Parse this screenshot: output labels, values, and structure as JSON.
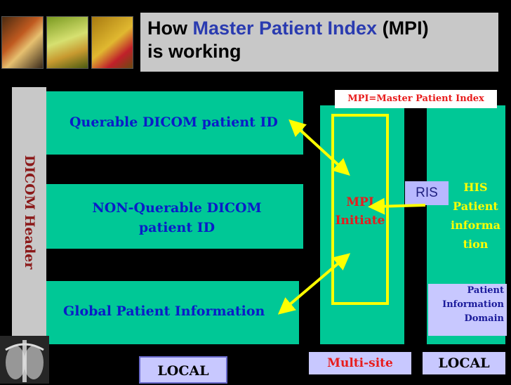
{
  "header": {
    "title_prefix": "How ",
    "title_highlight": "Master Patient Index",
    "title_suffix": " (MPI)",
    "title_line2": "is working",
    "accent_color": "#2a3bb0",
    "thumbnails": [
      "medicine-bottles-image",
      "pill-bottle-image",
      "stethoscope-image"
    ]
  },
  "diagram": {
    "side_label": "DICOM Header",
    "boxes": [
      {
        "label": "Querable DICOM patient ID"
      },
      {
        "label": "NON-Querable DICOM patient ID"
      },
      {
        "label": "Global Patient Information"
      }
    ],
    "mpi_definition": "MPI=Master Patient Index",
    "mpi_label": "MPI Initiate",
    "ris_label": "RIS",
    "his_label": "HIS Patient informa tion",
    "patient_domain": "Patient Information Domain",
    "bottom_labels": {
      "local_left": "LOCAL",
      "multisite": "Multi-site",
      "local_right": "LOCAL"
    },
    "colors": {
      "green": "#00c896",
      "arrow": "#ffff00",
      "text_blue": "#0a1cc8",
      "text_red": "#e81c1c"
    }
  }
}
